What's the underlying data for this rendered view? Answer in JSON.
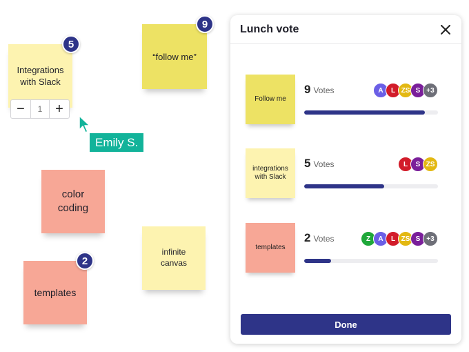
{
  "canvas": {
    "notes": [
      {
        "id": "integrations",
        "text": "Integrations with Slack",
        "color": "#fdf3b0",
        "badge": "5"
      },
      {
        "id": "follow-me",
        "text": "“follow me”",
        "color": "#ede264",
        "badge": "9"
      },
      {
        "id": "color-coding",
        "text": "color coding",
        "color": "#f7a796"
      },
      {
        "id": "templates",
        "text": "templates",
        "color": "#f7a796",
        "badge": "2"
      },
      {
        "id": "infinite-canvas",
        "text": "infinite canvas",
        "color": "#fdf3b0"
      }
    ],
    "stepper": {
      "minus": "−",
      "value": "1",
      "plus": "+"
    },
    "cursor": {
      "user": "Emily S.",
      "color": "#12b39a"
    }
  },
  "panel": {
    "title": "Lunch vote",
    "rows": [
      {
        "note": "Follow me",
        "note_color": "#ede264",
        "count": "9",
        "label": "Votes",
        "progress": 0.9,
        "avatars": [
          {
            "text": "A",
            "color": "#6b5fe6"
          },
          {
            "text": "L",
            "color": "#d21c2a"
          },
          {
            "text": "ZS",
            "color": "#e3b812"
          },
          {
            "text": "S",
            "color": "#7a1f9a"
          },
          {
            "text": "+3",
            "color": "#6e6f78"
          }
        ]
      },
      {
        "note": "integrations with Slack",
        "note_color": "#fdf3b0",
        "count": "5",
        "label": "Votes",
        "progress": 0.6,
        "avatars": [
          {
            "text": "L",
            "color": "#d21c2a"
          },
          {
            "text": "S",
            "color": "#7a1f9a"
          },
          {
            "text": "ZS",
            "color": "#e3b812"
          }
        ]
      },
      {
        "note": "templates",
        "note_color": "#f7a796",
        "count": "2",
        "label": "Votes",
        "progress": 0.2,
        "avatars": [
          {
            "text": "Z",
            "color": "#1fa83a"
          },
          {
            "text": "A",
            "color": "#6b5fe6"
          },
          {
            "text": "L",
            "color": "#d21c2a"
          },
          {
            "text": "ZS",
            "color": "#e3b812"
          },
          {
            "text": "S",
            "color": "#7a1f9a"
          },
          {
            "text": "+3",
            "color": "#6e6f78"
          }
        ]
      }
    ],
    "done_label": "Done",
    "accent": "#2e3488"
  }
}
